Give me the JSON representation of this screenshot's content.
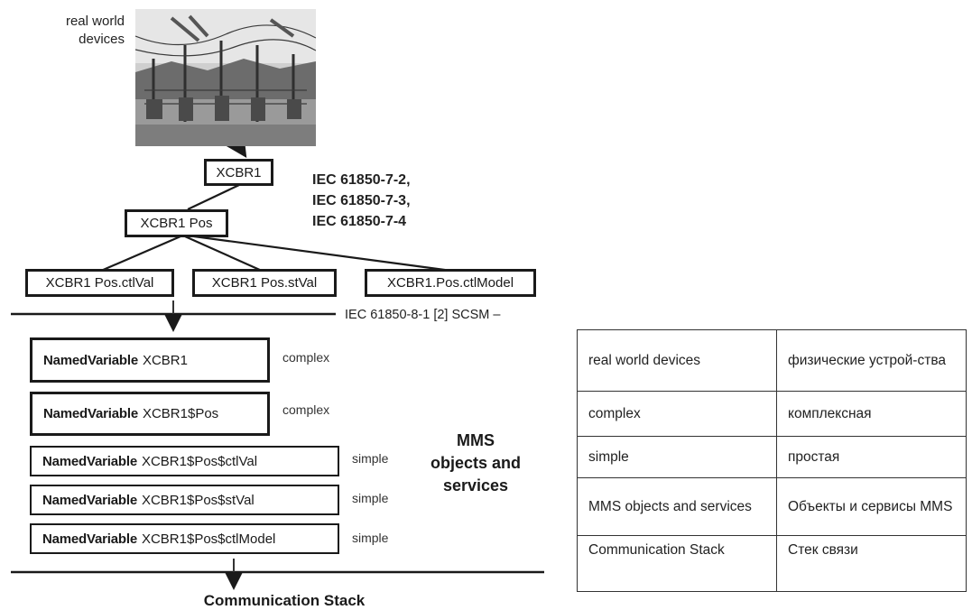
{
  "diagram": {
    "real_world_label": "real world devices",
    "xcbr1": "XCBR1",
    "xcbr1_pos": "XCBR1 Pos",
    "leaves": [
      "XCBR1 Pos.ctlVal",
      "XCBR1 Pos.stVal",
      "XCBR1.Pos.ctlModel"
    ],
    "iec_refs": [
      "IEC 61850-7-2,",
      "IEC 61850-7-3,",
      "IEC 61850-7-4"
    ],
    "scsm_label": "IEC 61850-8-1 [2] SCSM –",
    "named_variables": [
      {
        "prefix": "NamedVariable",
        "name": "XCBR1",
        "kind": "complex"
      },
      {
        "prefix": "NamedVariable",
        "name": "XCBR1$Pos",
        "kind": "complex"
      },
      {
        "prefix": "NamedVariable",
        "name": "XCBR1$Pos$ctlVal",
        "kind": "simple"
      },
      {
        "prefix": "NamedVariable",
        "name": "XCBR1$Pos$stVal",
        "kind": "simple"
      },
      {
        "prefix": "NamedVariable",
        "name": "XCBR1$Pos$ctlModel",
        "kind": "simple"
      }
    ],
    "mms_label": [
      "MMS",
      "objects and",
      "services"
    ],
    "comm_stack": "Communication Stack"
  },
  "glossary": [
    [
      "real world devices",
      "физические устрой-ства"
    ],
    [
      "complex",
      "комплексная"
    ],
    [
      "simple",
      "простая"
    ],
    [
      "MMS objects and services",
      "Объекты и сервисы MMS"
    ],
    [
      "Communication Stack",
      "Стек связи"
    ]
  ]
}
